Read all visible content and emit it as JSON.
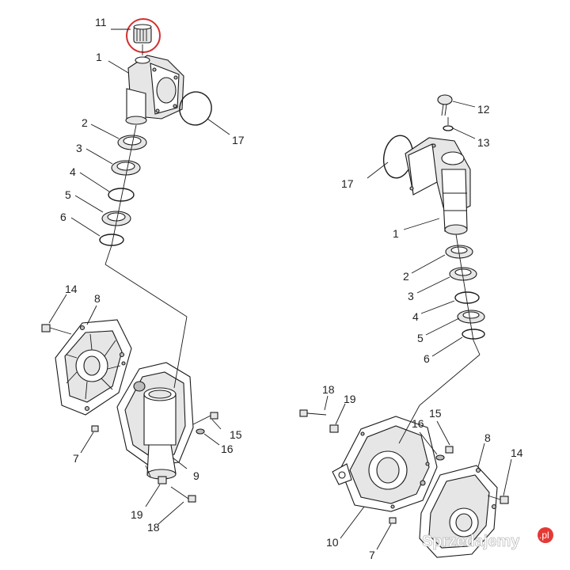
{
  "left_labels": [
    "11",
    "1",
    "17",
    "2",
    "3",
    "4",
    "5",
    "6",
    "14",
    "8",
    "7",
    "15",
    "16",
    "9",
    "19",
    "18"
  ],
  "right_labels": [
    "12",
    "13",
    "17",
    "1",
    "2",
    "3",
    "4",
    "5",
    "6",
    "18",
    "19",
    "16",
    "15",
    "8",
    "14",
    "10",
    "7"
  ],
  "watermark": {
    "text": "Sprzedajemy",
    "suffix": ".pl",
    "badge_color": "#e53935"
  },
  "highlight_color": "#d32f2f"
}
